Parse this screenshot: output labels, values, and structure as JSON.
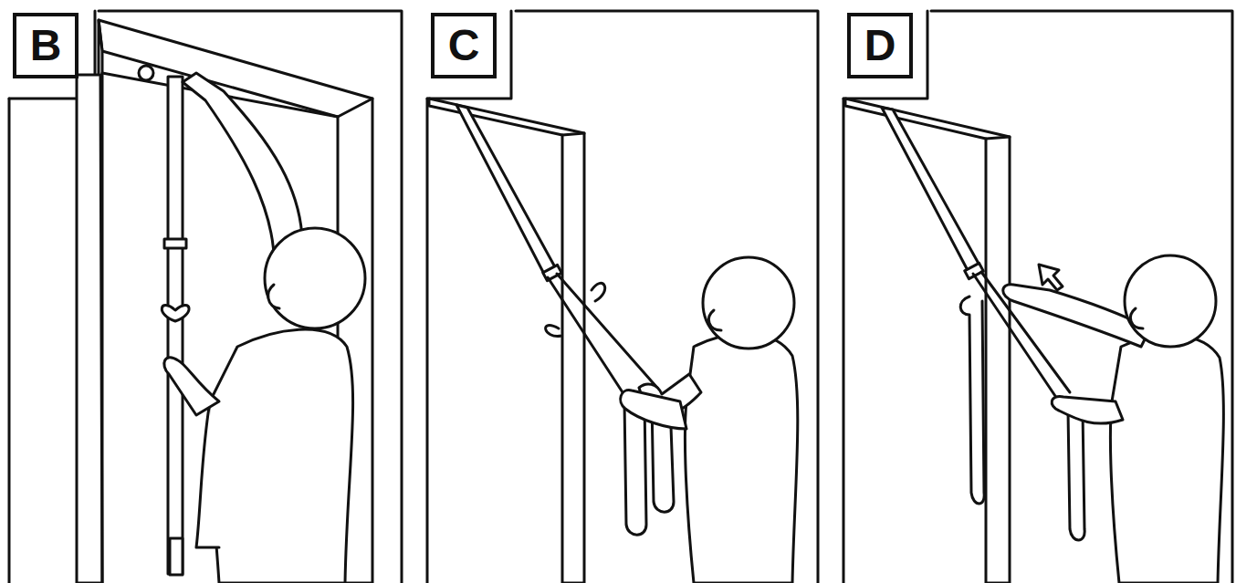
{
  "diagram": {
    "nodes": [
      {
        "text": [
          "B"
        ]
      },
      {
        "text": [
          "C"
        ]
      },
      {
        "text": [
          "D"
        ]
      }
    ]
  }
}
